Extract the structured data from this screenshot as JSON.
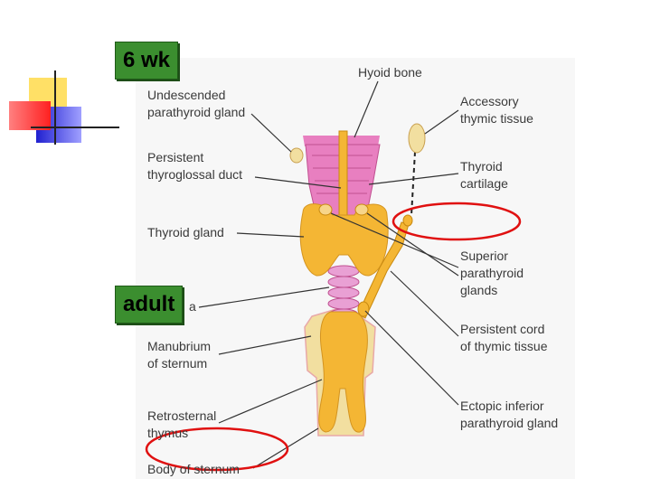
{
  "stage_tags": {
    "early": "6 wk",
    "late": "adult"
  },
  "labels": {
    "hyoid_bone": "Hyoid bone",
    "undescended_parathyroid": "Undescended\nparathyroid gland",
    "accessory_thymic": "Accessory\nthymic tissue",
    "persistent_thyroglossal": "Persistent\nthyroglossal duct",
    "thyroid_cartilage": "Thyroid\ncartilage",
    "thyroid_gland": "Thyroid gland",
    "superior_parathyroid": "Superior\nparathyroid\nglands",
    "trachea_partial": "a",
    "manubrium": "Manubrium\nof sternum",
    "persistent_cord": "Persistent cord\nof thymic tissue",
    "retrosternal_thymus": "Retrosternal\nthymus",
    "ectopic_inferior": "Ectopic inferior\nparathyroid gland",
    "body_of_sternum": "Body of sternum"
  },
  "colors": {
    "tag_green": "#3b8e2f",
    "highlight_circle": "#e01010",
    "gland_orange": "#f4b634",
    "cartilage_pink": "#e87fc0",
    "sternum_tan": "#f2dfa0"
  }
}
